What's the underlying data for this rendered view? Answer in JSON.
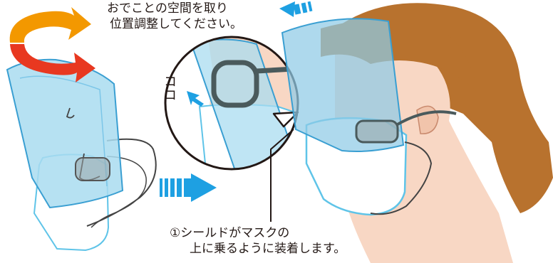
{
  "caption_top": {
    "line1": "おでことの空間を取り",
    "line2": "位置調整してください。"
  },
  "caption_bottom": {
    "line1": "①シールドがマスクの",
    "line2": "上に乗るように装着します。"
  },
  "callout": {
    "line1": "コ",
    "line2": "コ"
  },
  "colors": {
    "shield": "#a9dcf0",
    "shield_edge": "#3a9fd2",
    "mask_edge": "#5fc4e8",
    "hair": "#b8722e",
    "skin": "#f8d7c4",
    "arrow_orange": "#f39800",
    "arrow_red": "#e83820",
    "arrow_blue": "#1ea0e2",
    "glasses": "#4a5a5c"
  }
}
